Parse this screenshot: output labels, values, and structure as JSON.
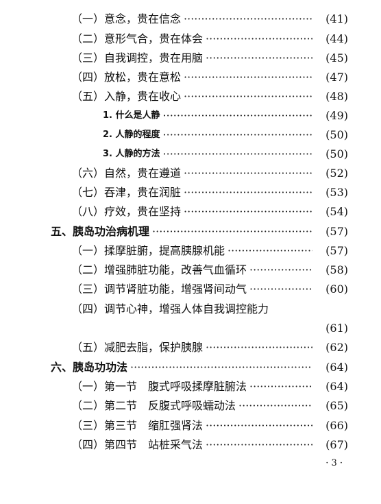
{
  "toc": {
    "rows": [
      {
        "type": "item",
        "label": "（一）意念，贵在信念",
        "page": "(41)"
      },
      {
        "type": "item",
        "label": "（二）意形气合，贵在体会",
        "page": "(44)"
      },
      {
        "type": "item",
        "label": "（三）自我调控，贵在用脑",
        "page": "(45)"
      },
      {
        "type": "item",
        "label": "（四）放松，贵在意松",
        "page": "(47)"
      },
      {
        "type": "item",
        "label": "（五）入静，贵在收心",
        "page": "(48)"
      },
      {
        "type": "sub",
        "label": "1. 什么是人静",
        "page": "(49)"
      },
      {
        "type": "sub",
        "label": "2. 人静的程度",
        "page": "(50)"
      },
      {
        "type": "sub",
        "label": "3. 人静的方法",
        "page": "(50)"
      },
      {
        "type": "item",
        "label": "（六）自然，贵在遵道",
        "page": "(52)"
      },
      {
        "type": "item",
        "label": "（七）吞津，贵在润脏",
        "page": "(53)"
      },
      {
        "type": "item",
        "label": "（八）疗效，贵在坚持",
        "page": "(54)"
      },
      {
        "type": "chapter",
        "label": "五、胰岛功治病机理",
        "page": "(57)"
      },
      {
        "type": "item",
        "label": "（一）揉摩脏腑，提高胰腺机能",
        "page": "(57)"
      },
      {
        "type": "item",
        "label": "（二）增强肺脏功能，改善气血循环",
        "page": "(58)"
      },
      {
        "type": "item",
        "label": "（三）调节肾脏功能，增强肾间动气",
        "page": "(60)"
      },
      {
        "type": "item",
        "label": "（四）调节心神，增强人体自我调控能力",
        "page": ""
      },
      {
        "type": "cont",
        "label": "",
        "page": "(61)"
      },
      {
        "type": "item",
        "label": "（五）减肥去脂，保护胰腺",
        "page": "(62)"
      },
      {
        "type": "chapter",
        "label": "六、胰岛功功法",
        "page": "(64)"
      },
      {
        "type": "item",
        "label": "（一）第一节　腹式呼吸揉摩脏腑法",
        "page": "(64)"
      },
      {
        "type": "item",
        "label": "（二）第二节　反腹式呼吸蠕动法",
        "page": "(65)"
      },
      {
        "type": "item",
        "label": "（三）第三节　缩肛强肾法",
        "page": "(66)"
      },
      {
        "type": "item",
        "label": "（四）第四节　站桩采气法",
        "page": "(67)"
      }
    ]
  },
  "footer": {
    "page_number": "· 3 ·"
  }
}
